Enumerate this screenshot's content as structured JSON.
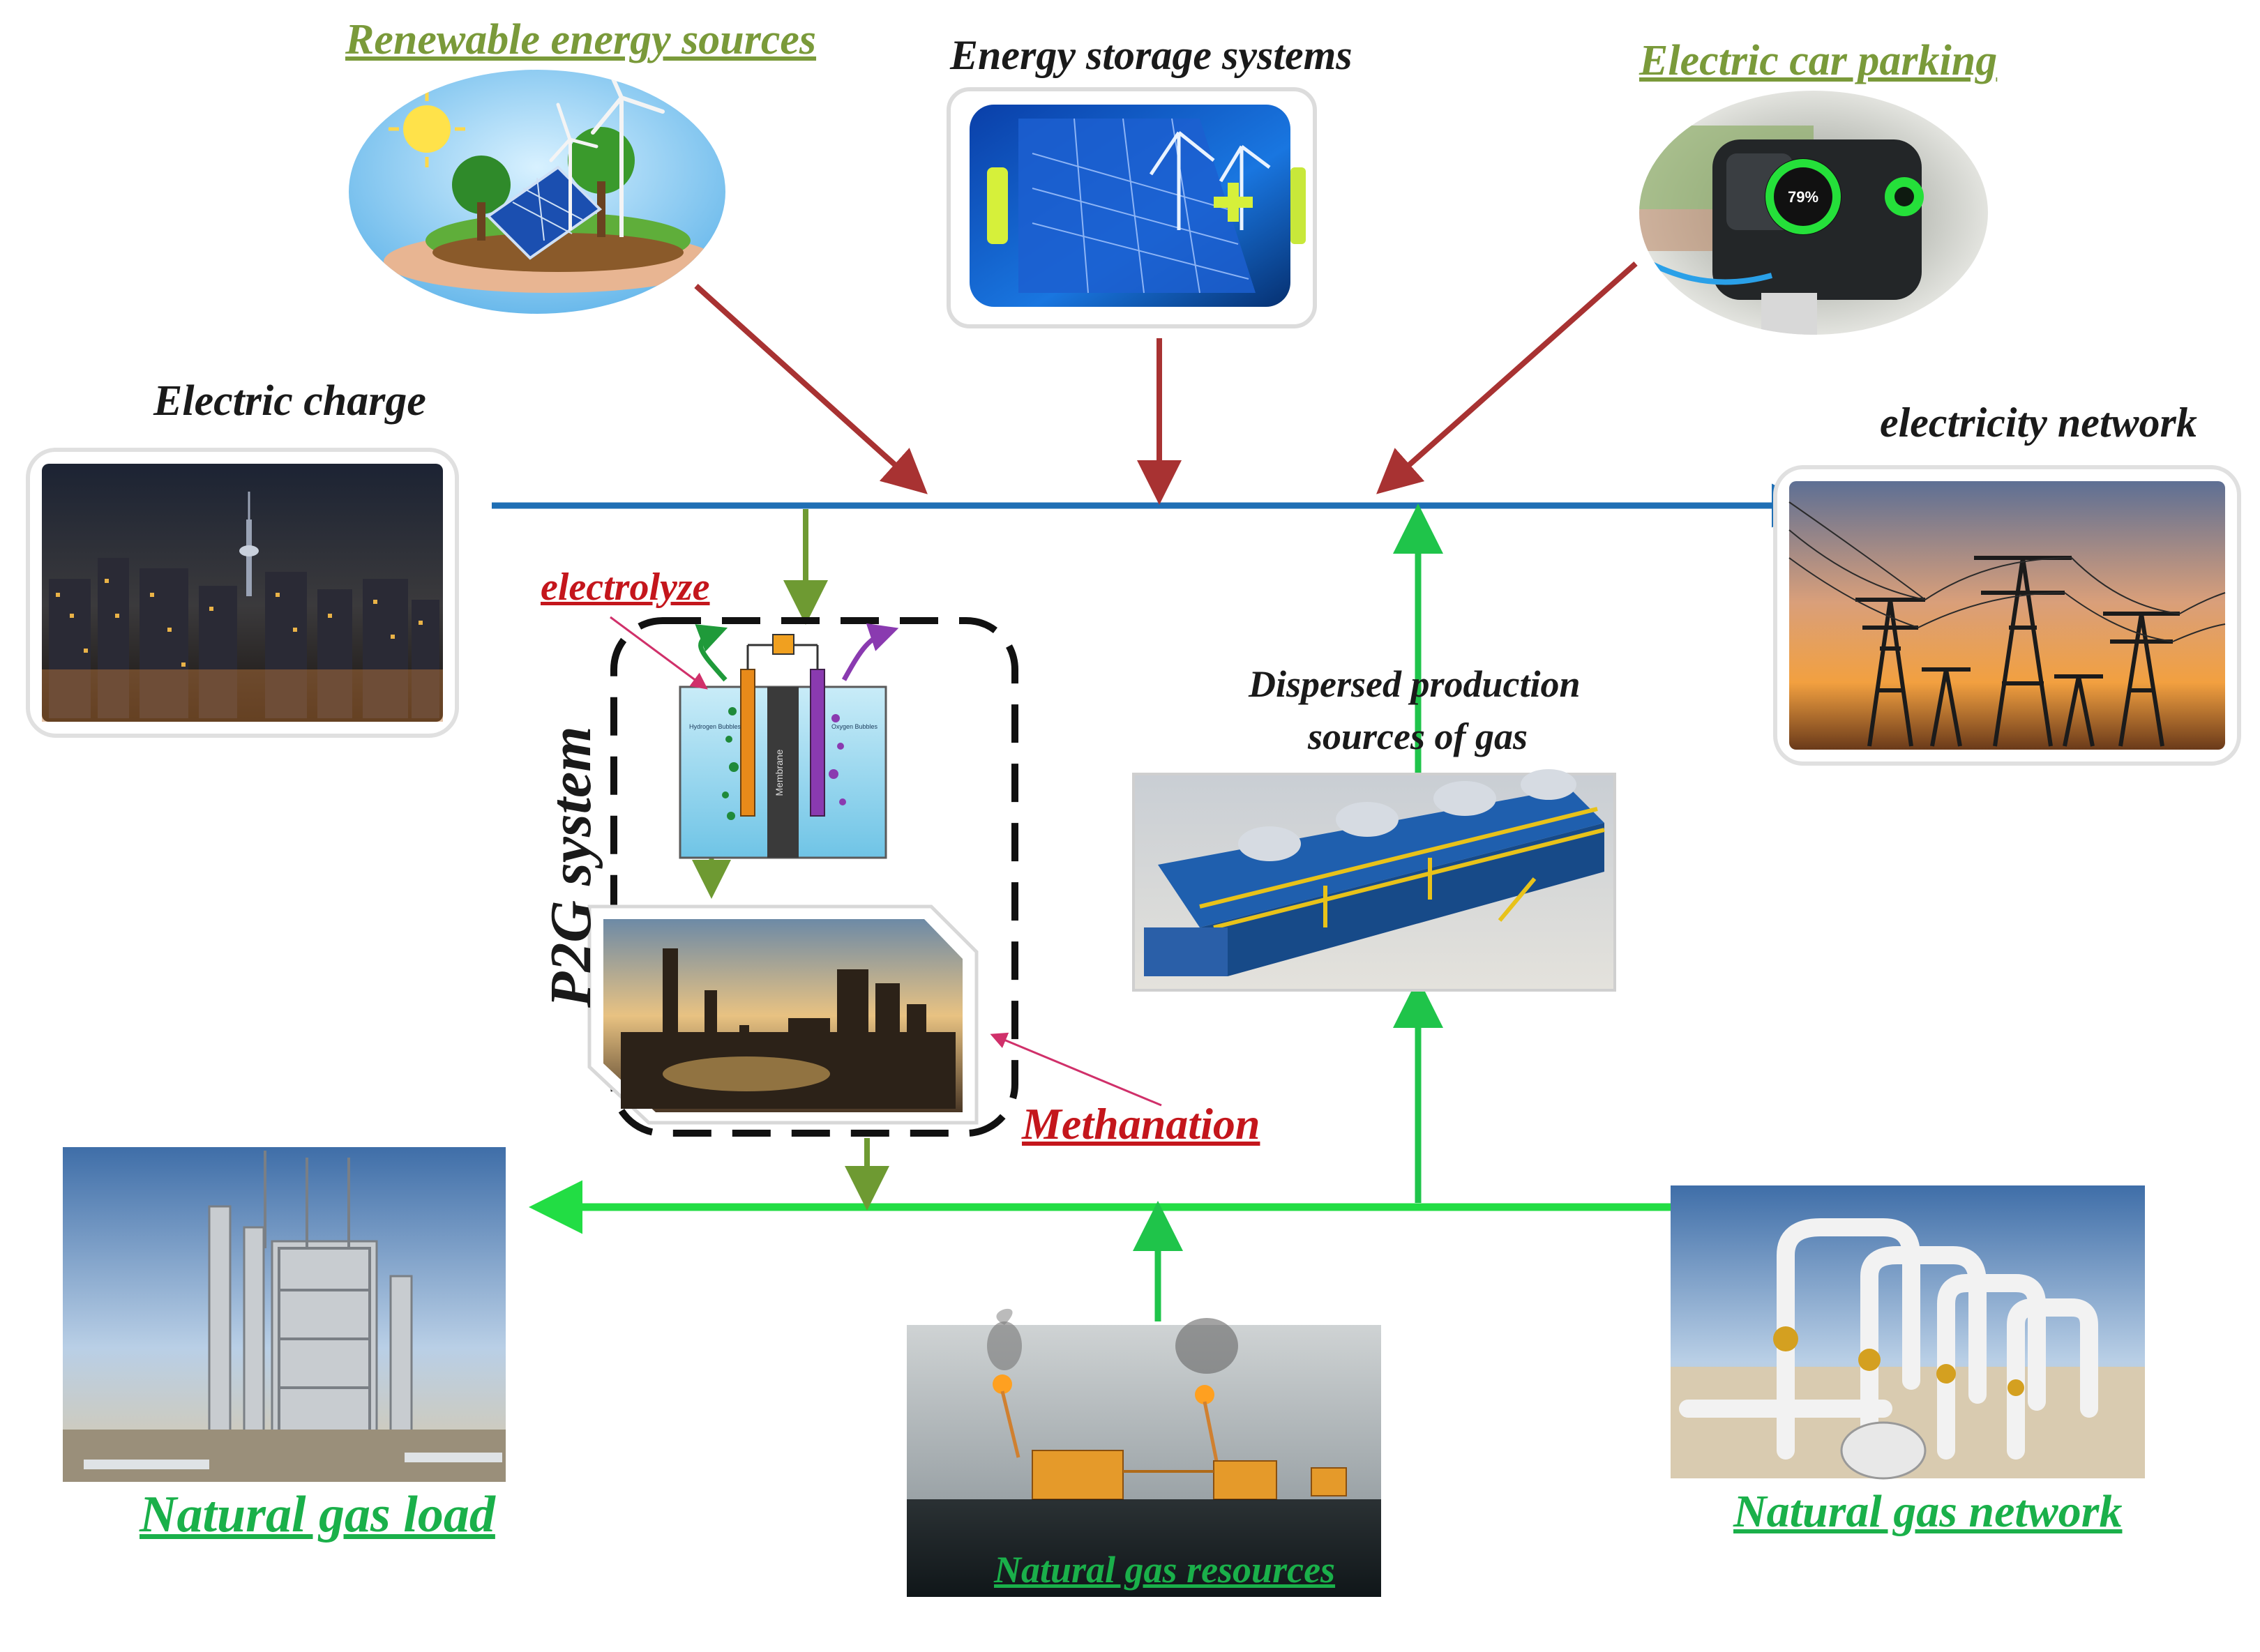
{
  "labels": {
    "renewable": "Renewable energy sources",
    "storage": "Energy storage systems",
    "ev_parking": "Electric car parking",
    "electric_charge": "Electric charge",
    "electricity_network": "electricity network",
    "electrolyze": "electrolyze",
    "p2g_system": "P2G system",
    "dispersed_line1": "Dispersed production",
    "dispersed_line2": "sources of gas",
    "methanation": "Methanation",
    "gas_load": "Natural gas load",
    "gas_resources": "Natural gas resources",
    "gas_network": "Natural gas network"
  },
  "electrolyzer": {
    "membrane": "Membrane",
    "hydrogen": "Hydrogen Bubbles",
    "oxygen": "Oxygen Bubbles"
  },
  "ev_display": "79%",
  "colors": {
    "electric_line": "#1f6fb5",
    "gas_line": "#22dd44",
    "arrow_red": "#a83232",
    "arrow_olive": "#6e9a32",
    "arrow_green": "#1fc44a",
    "label_olive": "#7a9a3a",
    "label_green": "#1ab04a",
    "label_red": "#c4161c"
  }
}
